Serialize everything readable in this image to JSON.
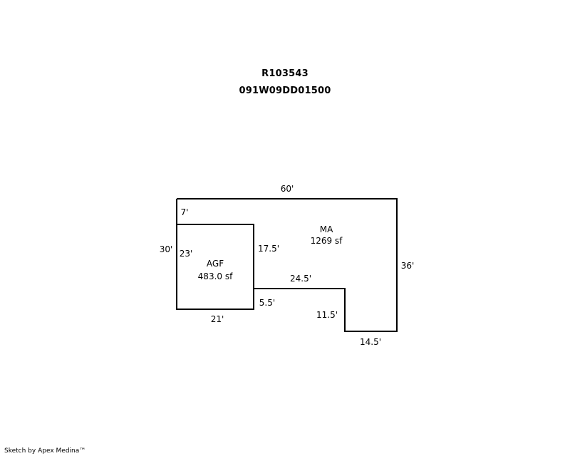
{
  "header": {
    "parcel_id": "R103543",
    "map_number": "091W09DD01500"
  },
  "sketch": {
    "line_color": "#000000",
    "areas": {
      "ma": {
        "code": "MA",
        "area": "1269 sf"
      },
      "agf": {
        "code": "AGF",
        "area": "483.0 sf"
      }
    },
    "dimensions": {
      "top": "60'",
      "right": "36'",
      "bottom_right": "14.5'",
      "notch_vertical": "11.5'",
      "notch_horizontal": "24.5'",
      "notch_offset": "5.5'",
      "agf_right": "17.5'",
      "agf_top_gap": "7'",
      "left": "30'",
      "agf_left": "23'",
      "agf_bottom": "21'"
    }
  },
  "footer": {
    "credit": "Sketch by Apex Medina™"
  }
}
